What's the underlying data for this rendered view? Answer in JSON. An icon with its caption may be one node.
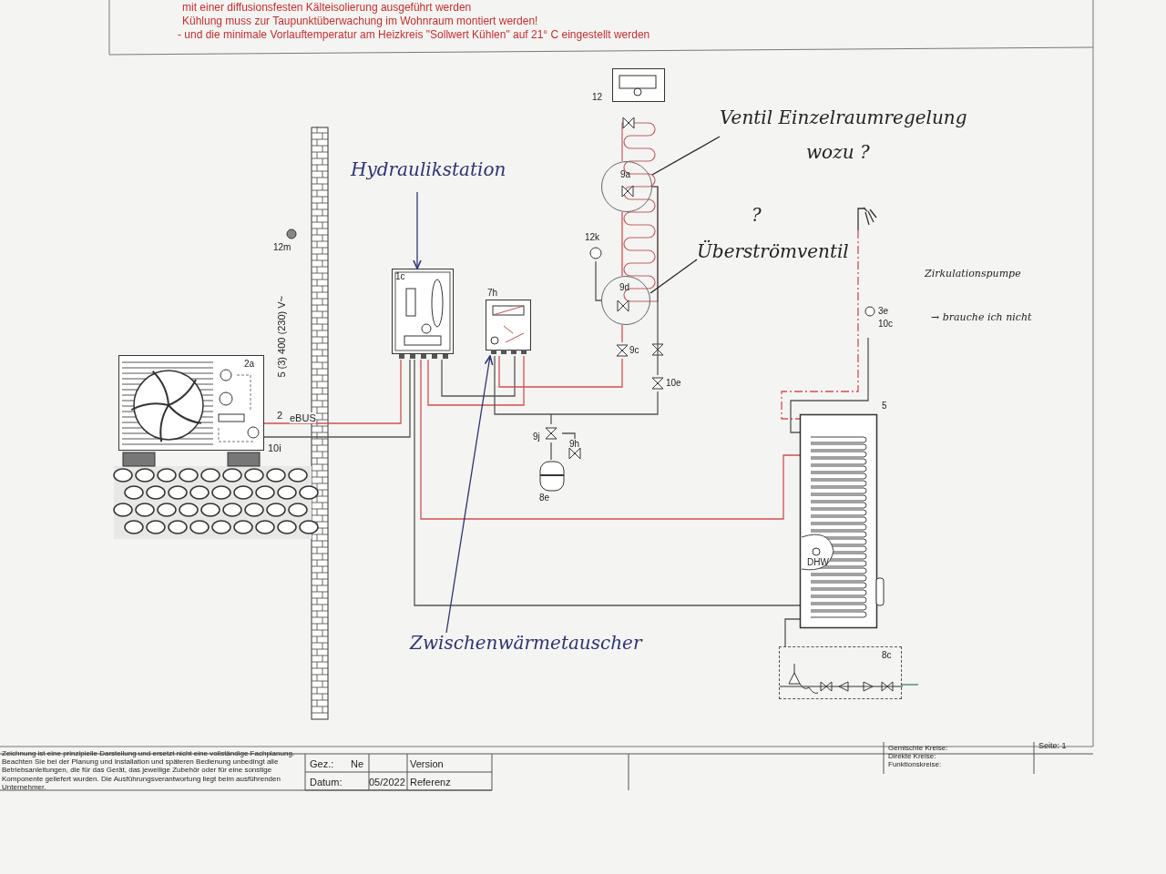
{
  "diagram": {
    "nodes": [
      {
        "text": [
          "2a"
        ]
      },
      {
        "text": [
          "1c"
        ]
      },
      {
        "text": [
          "7h"
        ]
      },
      {
        "text": [
          "12"
        ]
      },
      {
        "text": [
          "9a"
        ]
      },
      {
        "text": [
          "12k"
        ]
      },
      {
        "text": [
          "9d"
        ]
      },
      {
        "text": [
          "9c"
        ]
      },
      {
        "text": [
          "10e"
        ]
      },
      {
        "text": [
          "9j"
        ]
      },
      {
        "text": [
          "9h"
        ]
      },
      {
        "text": [
          "8e"
        ]
      },
      {
        "text": [
          "5",
          "DHW"
        ]
      },
      {
        "text": [
          "3e"
        ],
        "beside": [
          "10c"
        ]
      },
      {
        "text": [
          "8c"
        ]
      },
      {
        "text": [],
        "shape": "picture"
      },
      {
        "text": [
          "12m"
        ]
      },
      {
        "text": [
          "Hydraulikstation"
        ]
      },
      {
        "text": [
          "Zwischenwärmetauscher"
        ]
      },
      {
        "text": [
          "Ventil Einzelraumregelung",
          "wozu ?"
        ]
      },
      {
        "text": [
          "?",
          "Überströmventil"
        ]
      }
    ],
    "edges": [
      {
        "from": 0,
        "to": 1,
        "arrow": "none",
        "color": "#d05050"
      },
      {
        "from": 0,
        "to": 1,
        "arrow": "none"
      },
      {
        "from": 1,
        "to": 2,
        "arrow": "none",
        "color": "#d05050"
      },
      {
        "from": 1,
        "to": 2,
        "arrow": "none"
      },
      {
        "from": 1,
        "to": 12,
        "arrow": "none",
        "color": "#d05050"
      },
      {
        "from": 1,
        "to": 12,
        "arrow": "none"
      },
      {
        "from": 2,
        "to": 7,
        "arrow": "none",
        "color": "#d05050"
      },
      {
        "from": 7,
        "to": 6,
        "arrow": "none",
        "color": "#d05050"
      },
      {
        "from": 6,
        "to": 4,
        "arrow": "none",
        "color": "#d05050"
      },
      {
        "from": 4,
        "to": 8,
        "arrow": "none"
      },
      {
        "from": 8,
        "to": 2,
        "arrow": "none"
      },
      {
        "from": 5,
        "to": 6,
        "arrow": "none"
      },
      {
        "from": null,
        "to": 9,
        "arrow": "none"
      },
      {
        "from": 10,
        "to": 9,
        "arrow": "none"
      },
      {
        "from": 9,
        "to": 11,
        "arrow": "none"
      },
      {
        "from": 15,
        "to": 12,
        "arrow": "none",
        "style": "dashed",
        "color": "#d05050"
      },
      {
        "from": 13,
        "to": 12,
        "arrow": "none"
      },
      {
        "from": 14,
        "to": 12,
        "arrow": "none"
      },
      {
        "from": 17,
        "to": 1,
        "arrow": "to",
        "color": "#2c3570"
      },
      {
        "from": 18,
        "to": 2,
        "arrow": "to",
        "color": "#2c3570"
      },
      {
        "from": 19,
        "to": 4,
        "arrow": "none",
        "color": "#222222"
      },
      {
        "from": 20,
        "to": 6,
        "arrow": "none",
        "color": "#222222"
      },
      {
        "from": null,
        "to": 14,
        "arrow": "none",
        "color": "#2e8b6a"
      }
    ],
    "labels": [
      "mit einer diffusionsfesten Kälteisolierung ausgeführt werden",
      "Kühlung muss zur Taupunktüberwachung im Wohnraum montiert werden!",
      "- und die minimale Vorlauftemperatur am Heizkreis \"Sollwert Kühlen\" auf 21° C eingestellt werden",
      "5 (3) 400 (230) V~",
      "2",
      "eBUS",
      "10i",
      "Zirkulationspumpe",
      "→ brauche ich nicht",
      "Zeichnung ist eine prinzipielle Darstellung und ersetzt nicht eine vollständige Fachplanung. Beachten Sie bei der Planung und Installation und späteren Bedienung unbedingt alle Betriebsanleitungen, die für das Gerät, das jeweilige Zubehör oder für eine sonstige Komponente geliefert wurden. Die Ausführungsverantwortung liegt beim ausführenden Unternehmer.",
      "Gez.:",
      "Ne",
      "Version",
      "Datum:",
      "05/2022",
      "Referenz",
      "Gemischte Kreise:",
      "Direkte Kreise:",
      "Funktionskreise:",
      "Seite: 1"
    ]
  }
}
